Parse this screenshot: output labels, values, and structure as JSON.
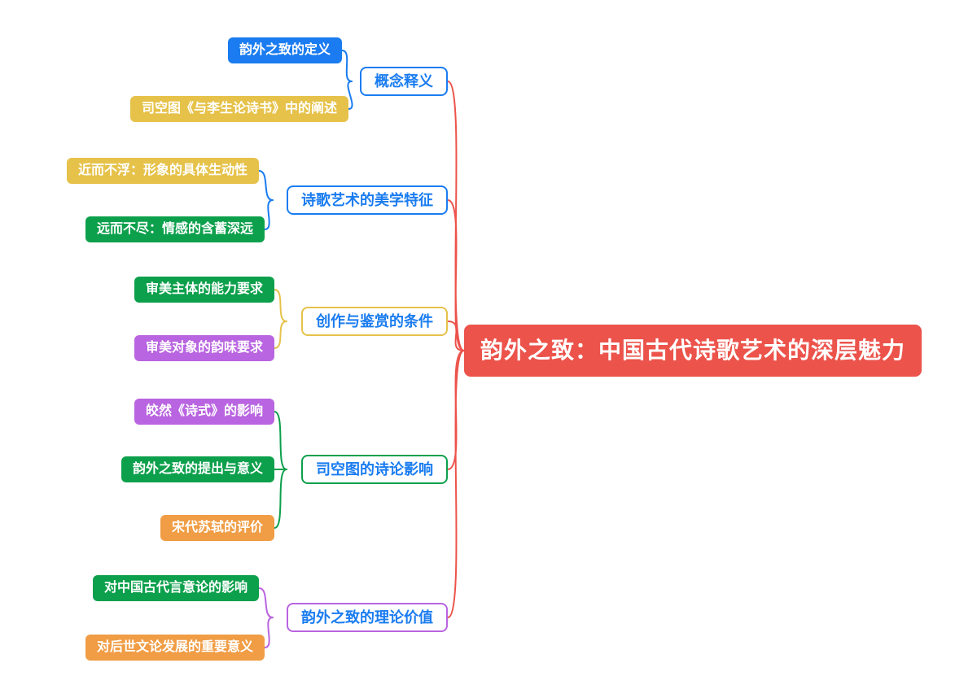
{
  "colors": {
    "red": "#ec534b",
    "blue": "#1a7cf0",
    "yellow": "#e6c24a",
    "green": "#0da04c",
    "purple": "#b964e0",
    "orange": "#f09d45"
  },
  "mindmap": {
    "root": {
      "label": "韵外之致：中国古代诗歌艺术的深层魅力",
      "color": "red"
    },
    "branches": [
      {
        "label": "概念释义",
        "color": "blue",
        "children": [
          {
            "label": "韵外之致的定义",
            "color": "blue"
          },
          {
            "label": "司空图《与李生论诗书》中的阐述",
            "color": "yellow"
          }
        ]
      },
      {
        "label": "诗歌艺术的美学特征",
        "color": "blue",
        "children": [
          {
            "label": "近而不浮：形象的具体生动性",
            "color": "yellow"
          },
          {
            "label": "远而不尽：情感的含蓄深远",
            "color": "green"
          }
        ]
      },
      {
        "label": "创作与鉴赏的条件",
        "color": "yellow",
        "children": [
          {
            "label": "审美主体的能力要求",
            "color": "green"
          },
          {
            "label": "审美对象的韵味要求",
            "color": "purple"
          }
        ]
      },
      {
        "label": "司空图的诗论影响",
        "color": "green",
        "children": [
          {
            "label": "皎然《诗式》的影响",
            "color": "purple"
          },
          {
            "label": "韵外之致的提出与意义",
            "color": "green"
          },
          {
            "label": "宋代苏轼的评价",
            "color": "orange"
          }
        ]
      },
      {
        "label": "韵外之致的理论价值",
        "color": "purple",
        "children": [
          {
            "label": "对中国古代言意论的影响",
            "color": "green"
          },
          {
            "label": "对后世文论发展的重要意义",
            "color": "orange"
          }
        ]
      }
    ]
  }
}
